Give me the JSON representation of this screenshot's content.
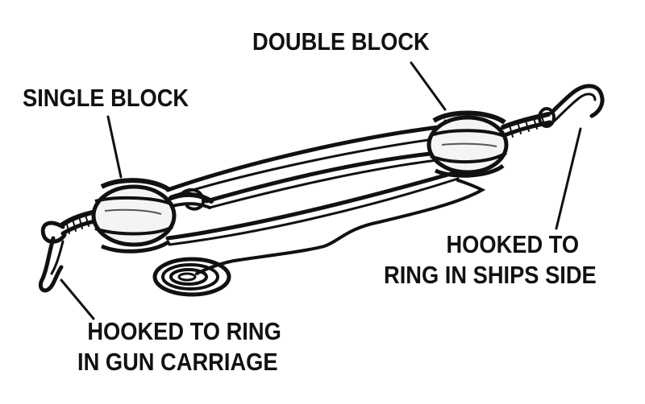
{
  "labels": {
    "double_block": "DOUBLE BLOCK",
    "single_block": "SINGLE BLOCK",
    "ship_side_line1": "HOOKED TO",
    "ship_side_line2": "RING IN SHIPS SIDE",
    "gun_carriage_line1": "HOOKED TO RING",
    "gun_carriage_line2": "IN GUN CARRIAGE"
  },
  "colors": {
    "ink": "#111111",
    "background": "#ffffff",
    "block_fill": "#f4f4f4"
  }
}
